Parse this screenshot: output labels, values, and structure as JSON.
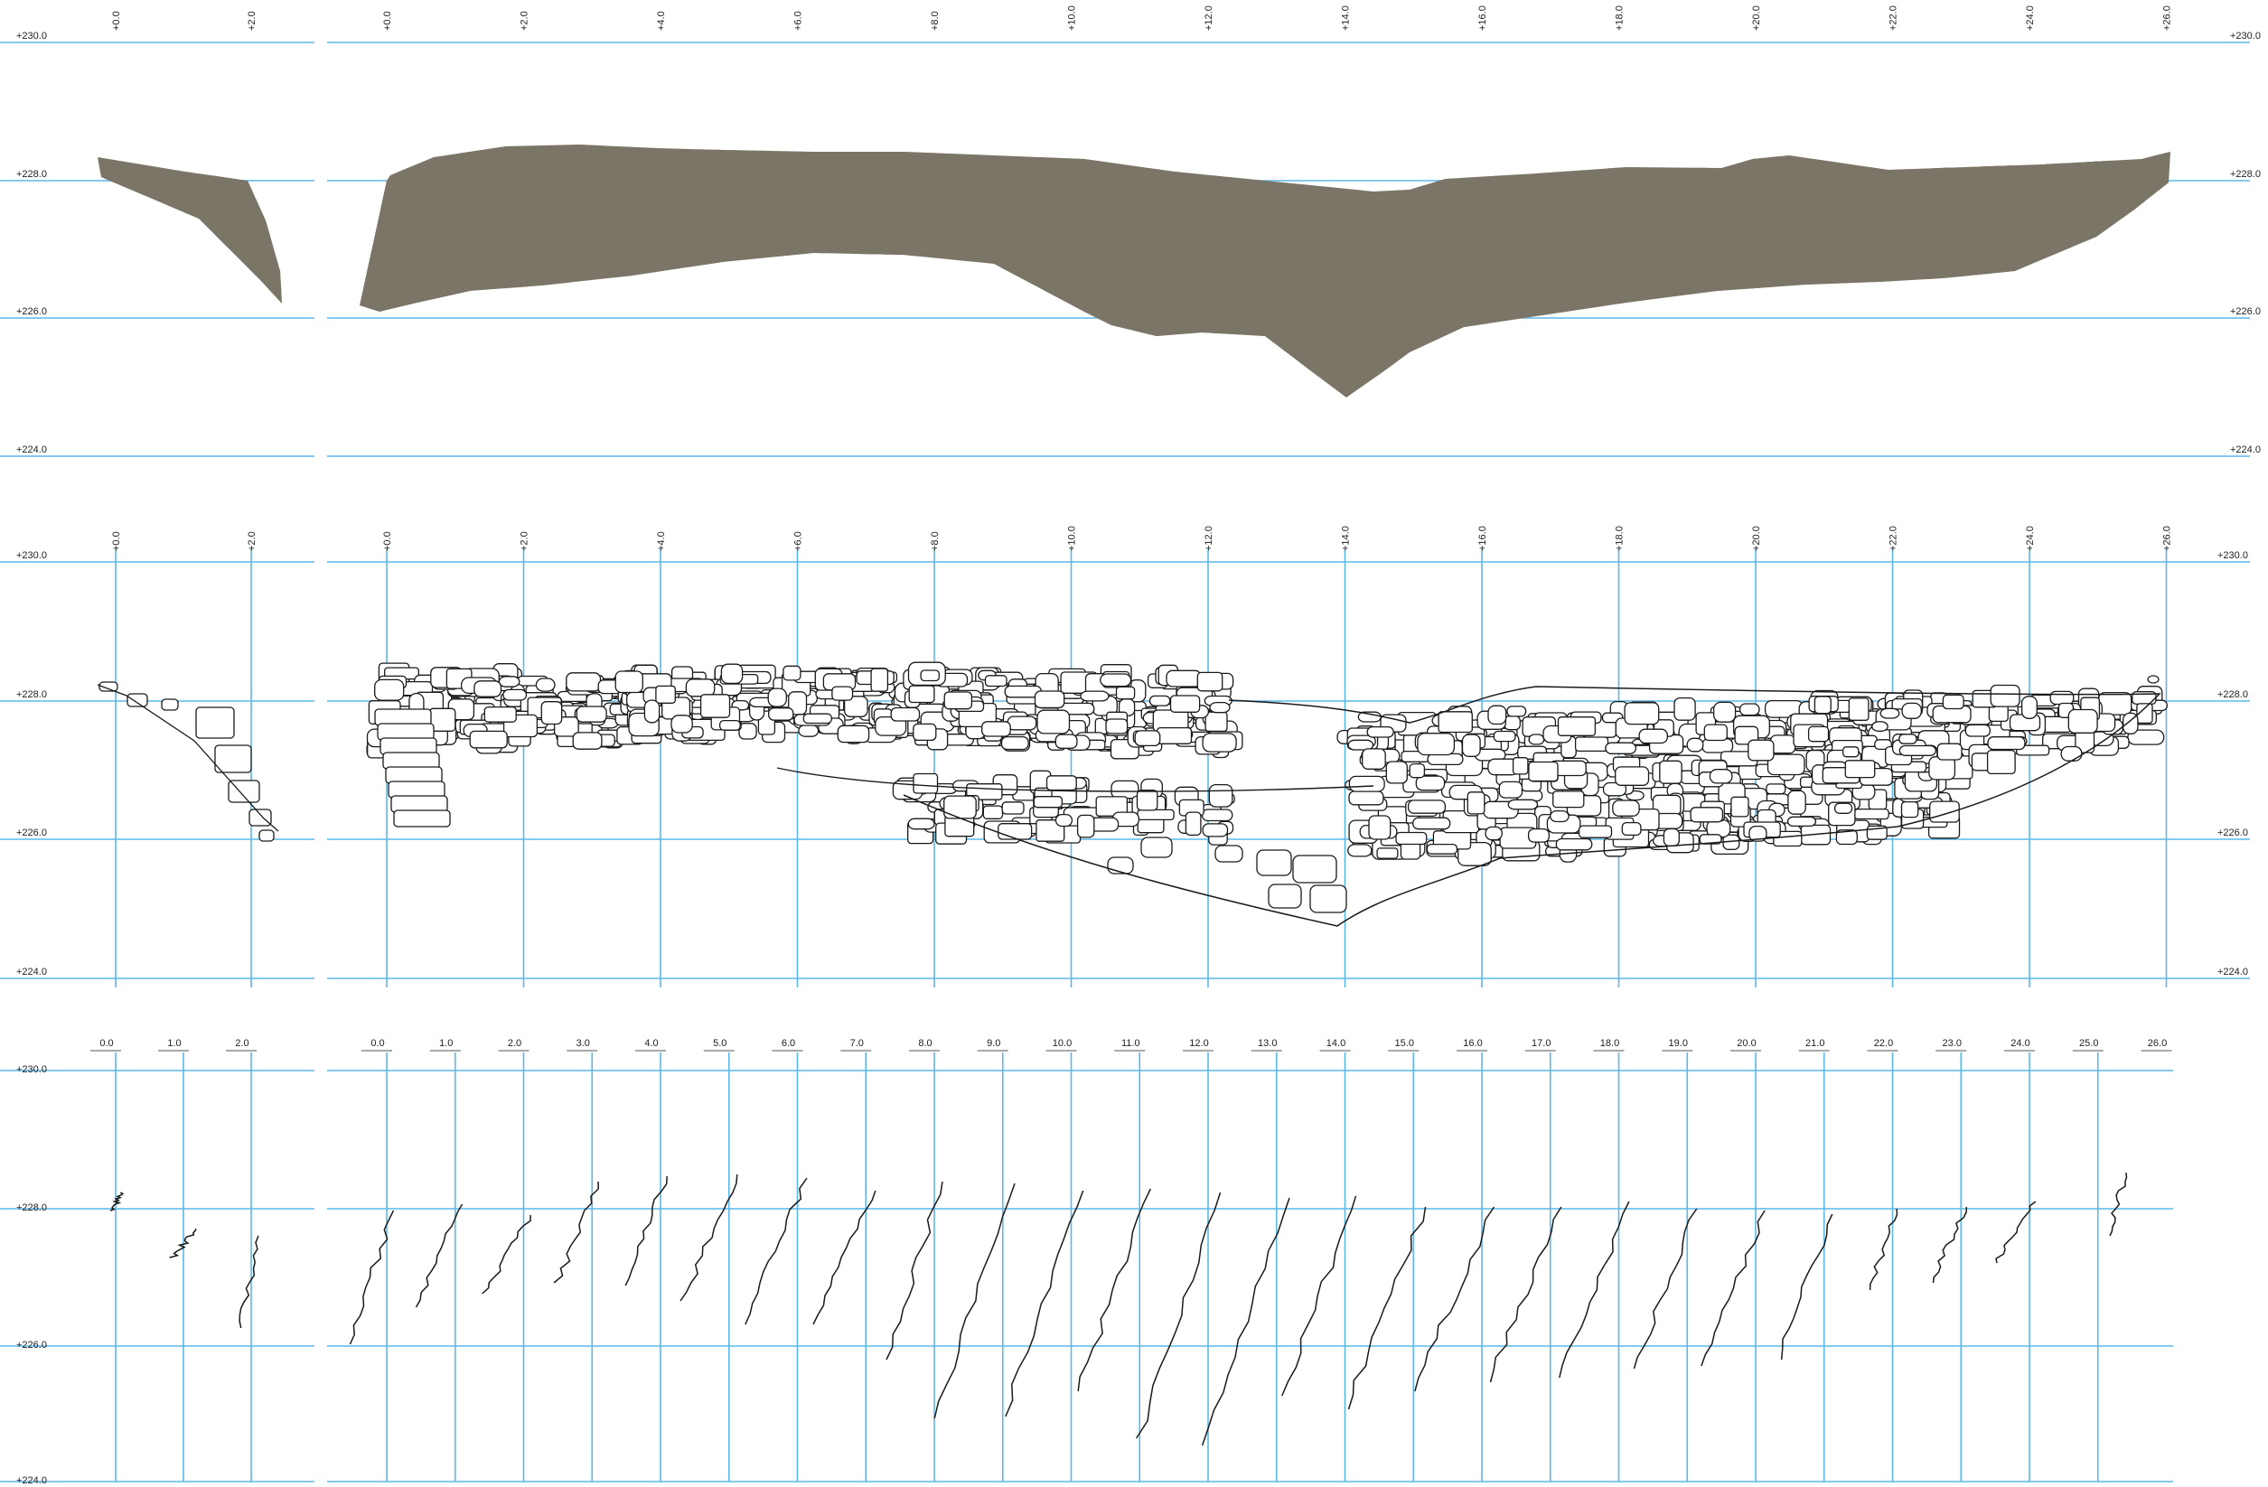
{
  "colors": {
    "grid": "#5bb8e8",
    "ink": "#1a1a1a",
    "wall_base": "#7a7566",
    "stone_light": "#b6b09e",
    "stone_mid": "#8f8a7a",
    "moss": "#5f7a4a",
    "soil": "#8a6f58",
    "ochre": "#b58a3c"
  },
  "panels": [
    {
      "name": "orthophoto",
      "elevation_labels": [
        "+230.0",
        "+228.0",
        "+226.0",
        "+224.0"
      ],
      "left_station_labels": [
        "+0.0",
        "+2.0"
      ],
      "main_station_labels": [
        "+0.0",
        "+2.0",
        "+4.0",
        "+6.0",
        "+8.0",
        "+10.0",
        "+12.0",
        "+14.0",
        "+16.0",
        "+18.0",
        "+20.0",
        "+22.0",
        "+24.0",
        "+26.0"
      ]
    },
    {
      "name": "stone-drawing",
      "elevation_labels": [
        "+230.0",
        "+228.0",
        "+226.0",
        "+224.0"
      ],
      "left_station_labels": [
        "+0.0",
        "+2.0"
      ],
      "main_station_labels": [
        "+0.0",
        "+2.0",
        "+4.0",
        "+6.0",
        "+8.0",
        "+10.0",
        "+12.0",
        "+14.0",
        "+16.0",
        "+18.0",
        "+20.0",
        "+22.0",
        "+24.0",
        "+26.0"
      ]
    },
    {
      "name": "cross-sections",
      "elevation_labels": [
        "+230.0",
        "+228.0",
        "+226.0",
        "+224.0"
      ],
      "left_station_labels": [
        "0.0",
        "1.0",
        "2.0"
      ],
      "main_station_labels": [
        "0.0",
        "1.0",
        "2.0",
        "3.0",
        "4.0",
        "5.0",
        "6.0",
        "7.0",
        "8.0",
        "9.0",
        "10.0",
        "11.0",
        "12.0",
        "13.0",
        "14.0",
        "15.0",
        "16.0",
        "17.0",
        "18.0",
        "19.0",
        "20.0",
        "21.0",
        "22.0",
        "23.0",
        "24.0",
        "25.0",
        "26.0"
      ]
    }
  ]
}
